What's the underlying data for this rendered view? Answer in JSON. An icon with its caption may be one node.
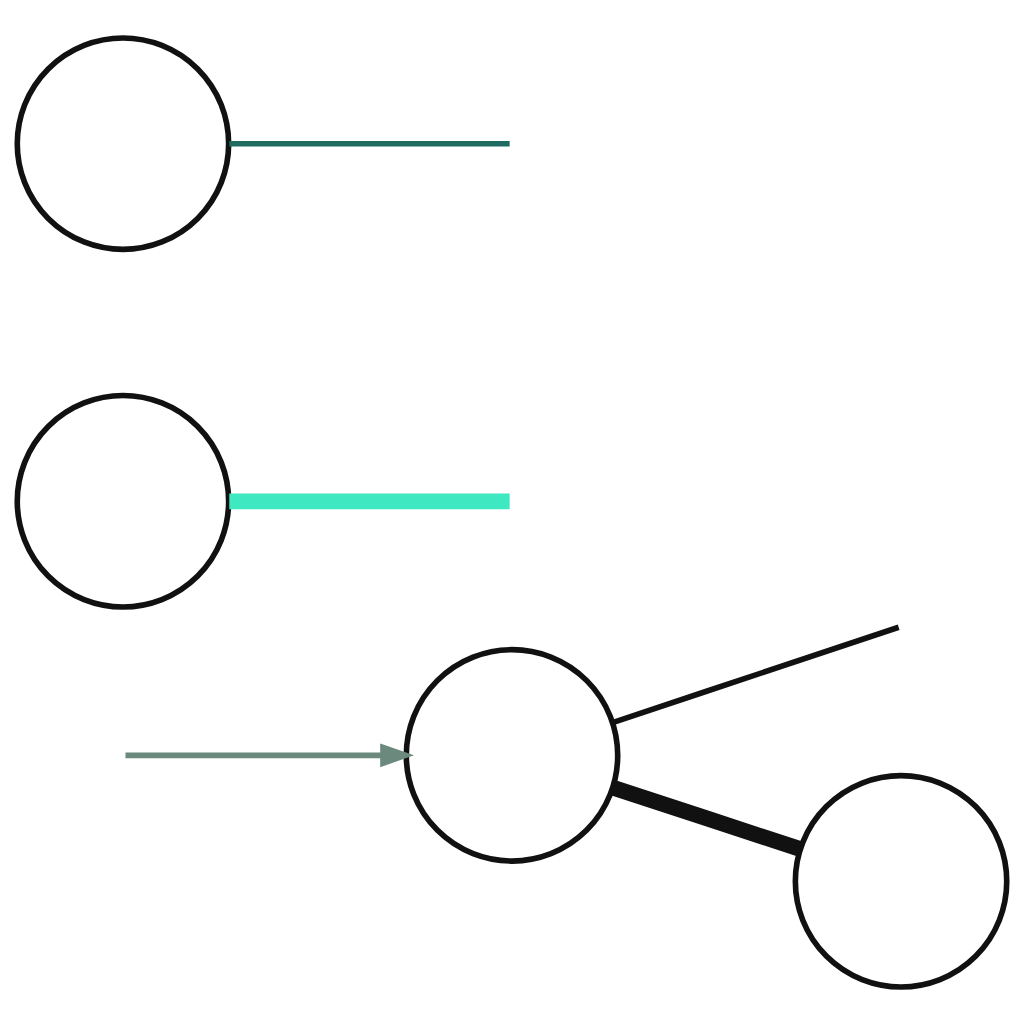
{
  "diagram": {
    "nodes": [
      {
        "text": [],
        "shape": "circle"
      },
      {
        "text": [],
        "shape": "circle"
      },
      {
        "text": [],
        "shape": "circle"
      },
      {
        "text": [],
        "shape": "circle"
      }
    ],
    "edges": [
      {
        "from": 0,
        "to": null,
        "arrow": "none"
      },
      {
        "from": null,
        "to": 0,
        "arrow": "to",
        "color": "#6b8a7d"
      },
      {
        "from": 0,
        "to": 1,
        "arrow": "none",
        "style": "thick"
      },
      {
        "from": 2,
        "to": null,
        "arrow": "none",
        "style": "thick",
        "color": "#3ee8c0"
      },
      {
        "from": 3,
        "to": null,
        "arrow": "none",
        "color": "#1f6b62"
      }
    ]
  }
}
